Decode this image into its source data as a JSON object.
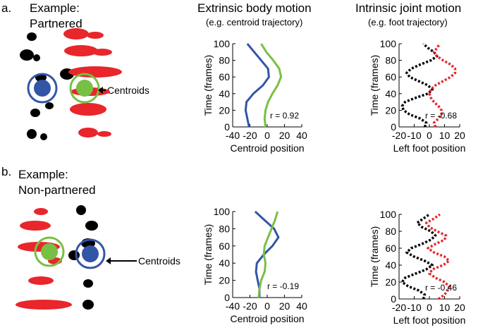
{
  "colors": {
    "blue": "#3355a5",
    "green": "#78c043",
    "red": "#e8262b",
    "black": "#000000"
  },
  "panel_a": {
    "letter": "a.",
    "example_line1": "Example:",
    "example_line2": "Partnered",
    "centroids_label": "Centroids"
  },
  "panel_b": {
    "letter": "b.",
    "example_line1": "Example:",
    "example_line2": "Non-partnered",
    "centroids_label": "Centroids"
  },
  "col_headers": {
    "extrinsic_title": "Extrinsic body motion",
    "extrinsic_sub": "(e.g. centroid trajectory)",
    "intrinsic_title": "Intrinsic joint motion",
    "intrinsic_sub": "(e.g. foot trajectory)"
  },
  "chart_data": [
    {
      "id": "a-centroid",
      "type": "line",
      "xlabel": "Centroid position",
      "ylabel": "Time (frames)",
      "xlim": [
        -40,
        40
      ],
      "ylim": [
        0,
        100
      ],
      "xticks": [
        "-40",
        "-20",
        "0",
        "20",
        "40"
      ],
      "yticks": [
        "0",
        "20",
        "40",
        "60",
        "80",
        "100"
      ],
      "annotation": "r = 0.92",
      "series": [
        {
          "color": "#3355a5",
          "style": "solid",
          "y": [
            0,
            10,
            20,
            30,
            40,
            50,
            60,
            70,
            80,
            90,
            100
          ],
          "x": [
            -21,
            -23,
            -25,
            -24,
            -16,
            -5,
            2,
            1,
            -7,
            -15,
            -23
          ]
        },
        {
          "color": "#78c043",
          "style": "solid",
          "y": [
            0,
            10,
            20,
            30,
            40,
            50,
            60,
            70,
            80,
            90,
            100
          ],
          "x": [
            -2,
            -3,
            -2,
            1,
            6,
            12,
            16,
            14,
            7,
            -1,
            -7
          ]
        }
      ]
    },
    {
      "id": "a-foot",
      "type": "line",
      "xlabel": "Left foot position",
      "ylabel": "Time (frames)",
      "xlim": [
        -20,
        20
      ],
      "ylim": [
        0,
        100
      ],
      "xticks": [
        "-20",
        "-10",
        "0",
        "10",
        "20"
      ],
      "yticks": [
        "0",
        "20",
        "40",
        "60",
        "80",
        "100"
      ],
      "annotation": "r = -0.68",
      "series": [
        {
          "color": "#000000",
          "style": "dotted",
          "y": [
            0,
            5,
            10,
            15,
            20,
            25,
            30,
            35,
            40,
            45,
            50,
            55,
            60,
            65,
            70,
            75,
            80,
            85,
            90,
            95,
            100
          ],
          "x": [
            -3,
            -2,
            -6,
            -13,
            -17,
            -18,
            -16,
            -9,
            -1,
            2,
            -1,
            -7,
            -13,
            -15,
            -12,
            -6,
            1,
            5,
            3,
            -1,
            -4
          ]
        },
        {
          "color": "#e8262b",
          "style": "dotted",
          "y": [
            0,
            5,
            10,
            15,
            20,
            25,
            30,
            35,
            40,
            45,
            50,
            55,
            60,
            65,
            70,
            75,
            80,
            85,
            90,
            95,
            100
          ],
          "x": [
            4,
            3,
            6,
            8,
            8,
            6,
            3,
            1,
            0,
            1,
            4,
            9,
            14,
            17,
            17,
            14,
            9,
            5,
            3,
            5,
            7
          ]
        }
      ]
    },
    {
      "id": "b-centroid",
      "type": "line",
      "xlabel": "Centroid position",
      "ylabel": "Time (frames)",
      "xlim": [
        -40,
        40
      ],
      "ylim": [
        0,
        100
      ],
      "xticks": [
        "-40",
        "-20",
        "0",
        "20",
        "40"
      ],
      "yticks": [
        "0",
        "20",
        "40",
        "60",
        "80",
        "100"
      ],
      "annotation": "r = -0.19",
      "series": [
        {
          "color": "#3355a5",
          "style": "solid",
          "y": [
            0,
            10,
            20,
            30,
            40,
            50,
            60,
            70,
            80,
            90,
            100
          ],
          "x": [
            -9,
            -9,
            -11,
            -13,
            -12,
            -4,
            6,
            13,
            8,
            -3,
            -14
          ]
        },
        {
          "color": "#78c043",
          "style": "solid",
          "y": [
            0,
            10,
            20,
            30,
            40,
            50,
            60,
            70,
            80,
            90,
            100
          ],
          "x": [
            -10,
            -9,
            -7,
            -3,
            -2,
            -4,
            -3,
            1,
            5,
            9,
            12
          ]
        }
      ]
    },
    {
      "id": "b-foot",
      "type": "line",
      "xlabel": "Left foot position",
      "ylabel": "Time (frames)",
      "xlim": [
        -20,
        20
      ],
      "ylim": [
        0,
        100
      ],
      "xticks": [
        "-20",
        "-10",
        "0",
        "10",
        "20"
      ],
      "yticks": [
        "0",
        "20",
        "40",
        "60",
        "80",
        "100"
      ],
      "annotation": "r = -0.46",
      "series": [
        {
          "color": "#000000",
          "style": "dotted",
          "y": [
            0,
            5,
            10,
            15,
            20,
            25,
            30,
            35,
            40,
            45,
            50,
            55,
            60,
            65,
            70,
            75,
            80,
            85,
            90,
            95,
            100
          ],
          "x": [
            -4,
            -3,
            -7,
            -14,
            -18,
            -16,
            -9,
            -2,
            2,
            -3,
            -10,
            -15,
            -12,
            -5,
            1,
            4,
            1,
            -5,
            -8,
            -4,
            0
          ]
        },
        {
          "color": "#e8262b",
          "style": "dotted",
          "y": [
            0,
            5,
            10,
            15,
            20,
            25,
            30,
            35,
            40,
            45,
            50,
            55,
            60,
            65,
            70,
            75,
            80,
            85,
            90,
            95,
            100
          ],
          "x": [
            6,
            10,
            12,
            13,
            10,
            4,
            0,
            2,
            9,
            13,
            10,
            3,
            -1,
            4,
            10,
            11,
            5,
            0,
            -2,
            3,
            7
          ]
        }
      ]
    }
  ]
}
